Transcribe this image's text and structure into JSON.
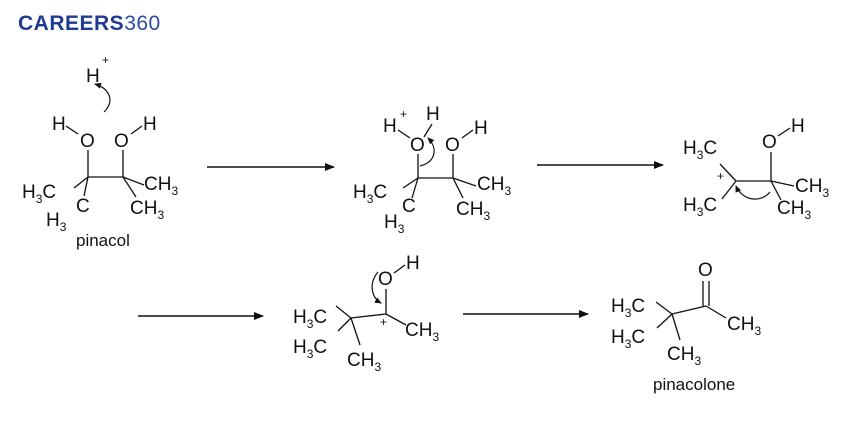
{
  "brand": {
    "part1": "CAREERS",
    "part2": "360"
  },
  "atoms": {
    "h": "H",
    "o": "O",
    "c": "C",
    "plus": "+",
    "ch": "CH",
    "hc": "H",
    "three": "3"
  },
  "captions": {
    "reactant": "pinacol",
    "product": "pinacolone"
  },
  "colors": {
    "brand": "#1f3a93",
    "ink": "#111111"
  }
}
